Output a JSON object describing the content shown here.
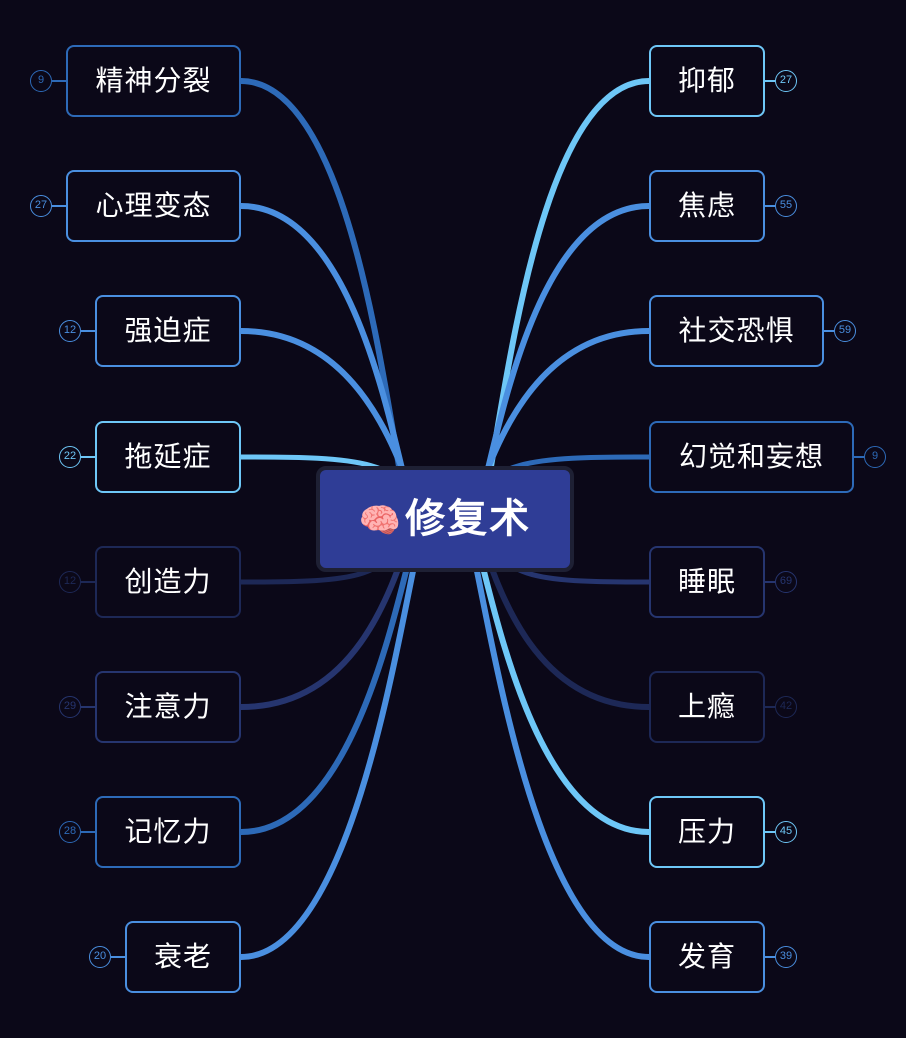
{
  "center": {
    "emoji": "🧠",
    "label": "修复术",
    "color": "#2f3d96"
  },
  "colors": {
    "light": "#6ec7f7",
    "mid": "#4a8fe0",
    "deep": "#2d6ab8",
    "dim": "#26356f",
    "dimmer": "#1d2856",
    "background": "#0b0818"
  },
  "left_nodes": [
    {
      "label": "精神分裂",
      "count": "9",
      "tone": "deep"
    },
    {
      "label": "心理变态",
      "count": "27",
      "tone": "mid"
    },
    {
      "label": "强迫症",
      "count": "12",
      "tone": "mid"
    },
    {
      "label": "拖延症",
      "count": "22",
      "tone": "light"
    },
    {
      "label": "创造力",
      "count": "12",
      "tone": "dimmer"
    },
    {
      "label": "注意力",
      "count": "29",
      "tone": "dim"
    },
    {
      "label": "记忆力",
      "count": "28",
      "tone": "deep"
    },
    {
      "label": "衰老",
      "count": "20",
      "tone": "mid"
    }
  ],
  "right_nodes": [
    {
      "label": "抑郁",
      "count": "27",
      "tone": "light"
    },
    {
      "label": "焦虑",
      "count": "55",
      "tone": "mid"
    },
    {
      "label": "社交恐惧",
      "count": "59",
      "tone": "mid"
    },
    {
      "label": "幻觉和妄想",
      "count": "9",
      "tone": "deep"
    },
    {
      "label": "睡眠",
      "count": "69",
      "tone": "dim"
    },
    {
      "label": "上瘾",
      "count": "42",
      "tone": "dimmer"
    },
    {
      "label": "压力",
      "count": "45",
      "tone": "light"
    },
    {
      "label": "发育",
      "count": "39",
      "tone": "mid"
    }
  ]
}
